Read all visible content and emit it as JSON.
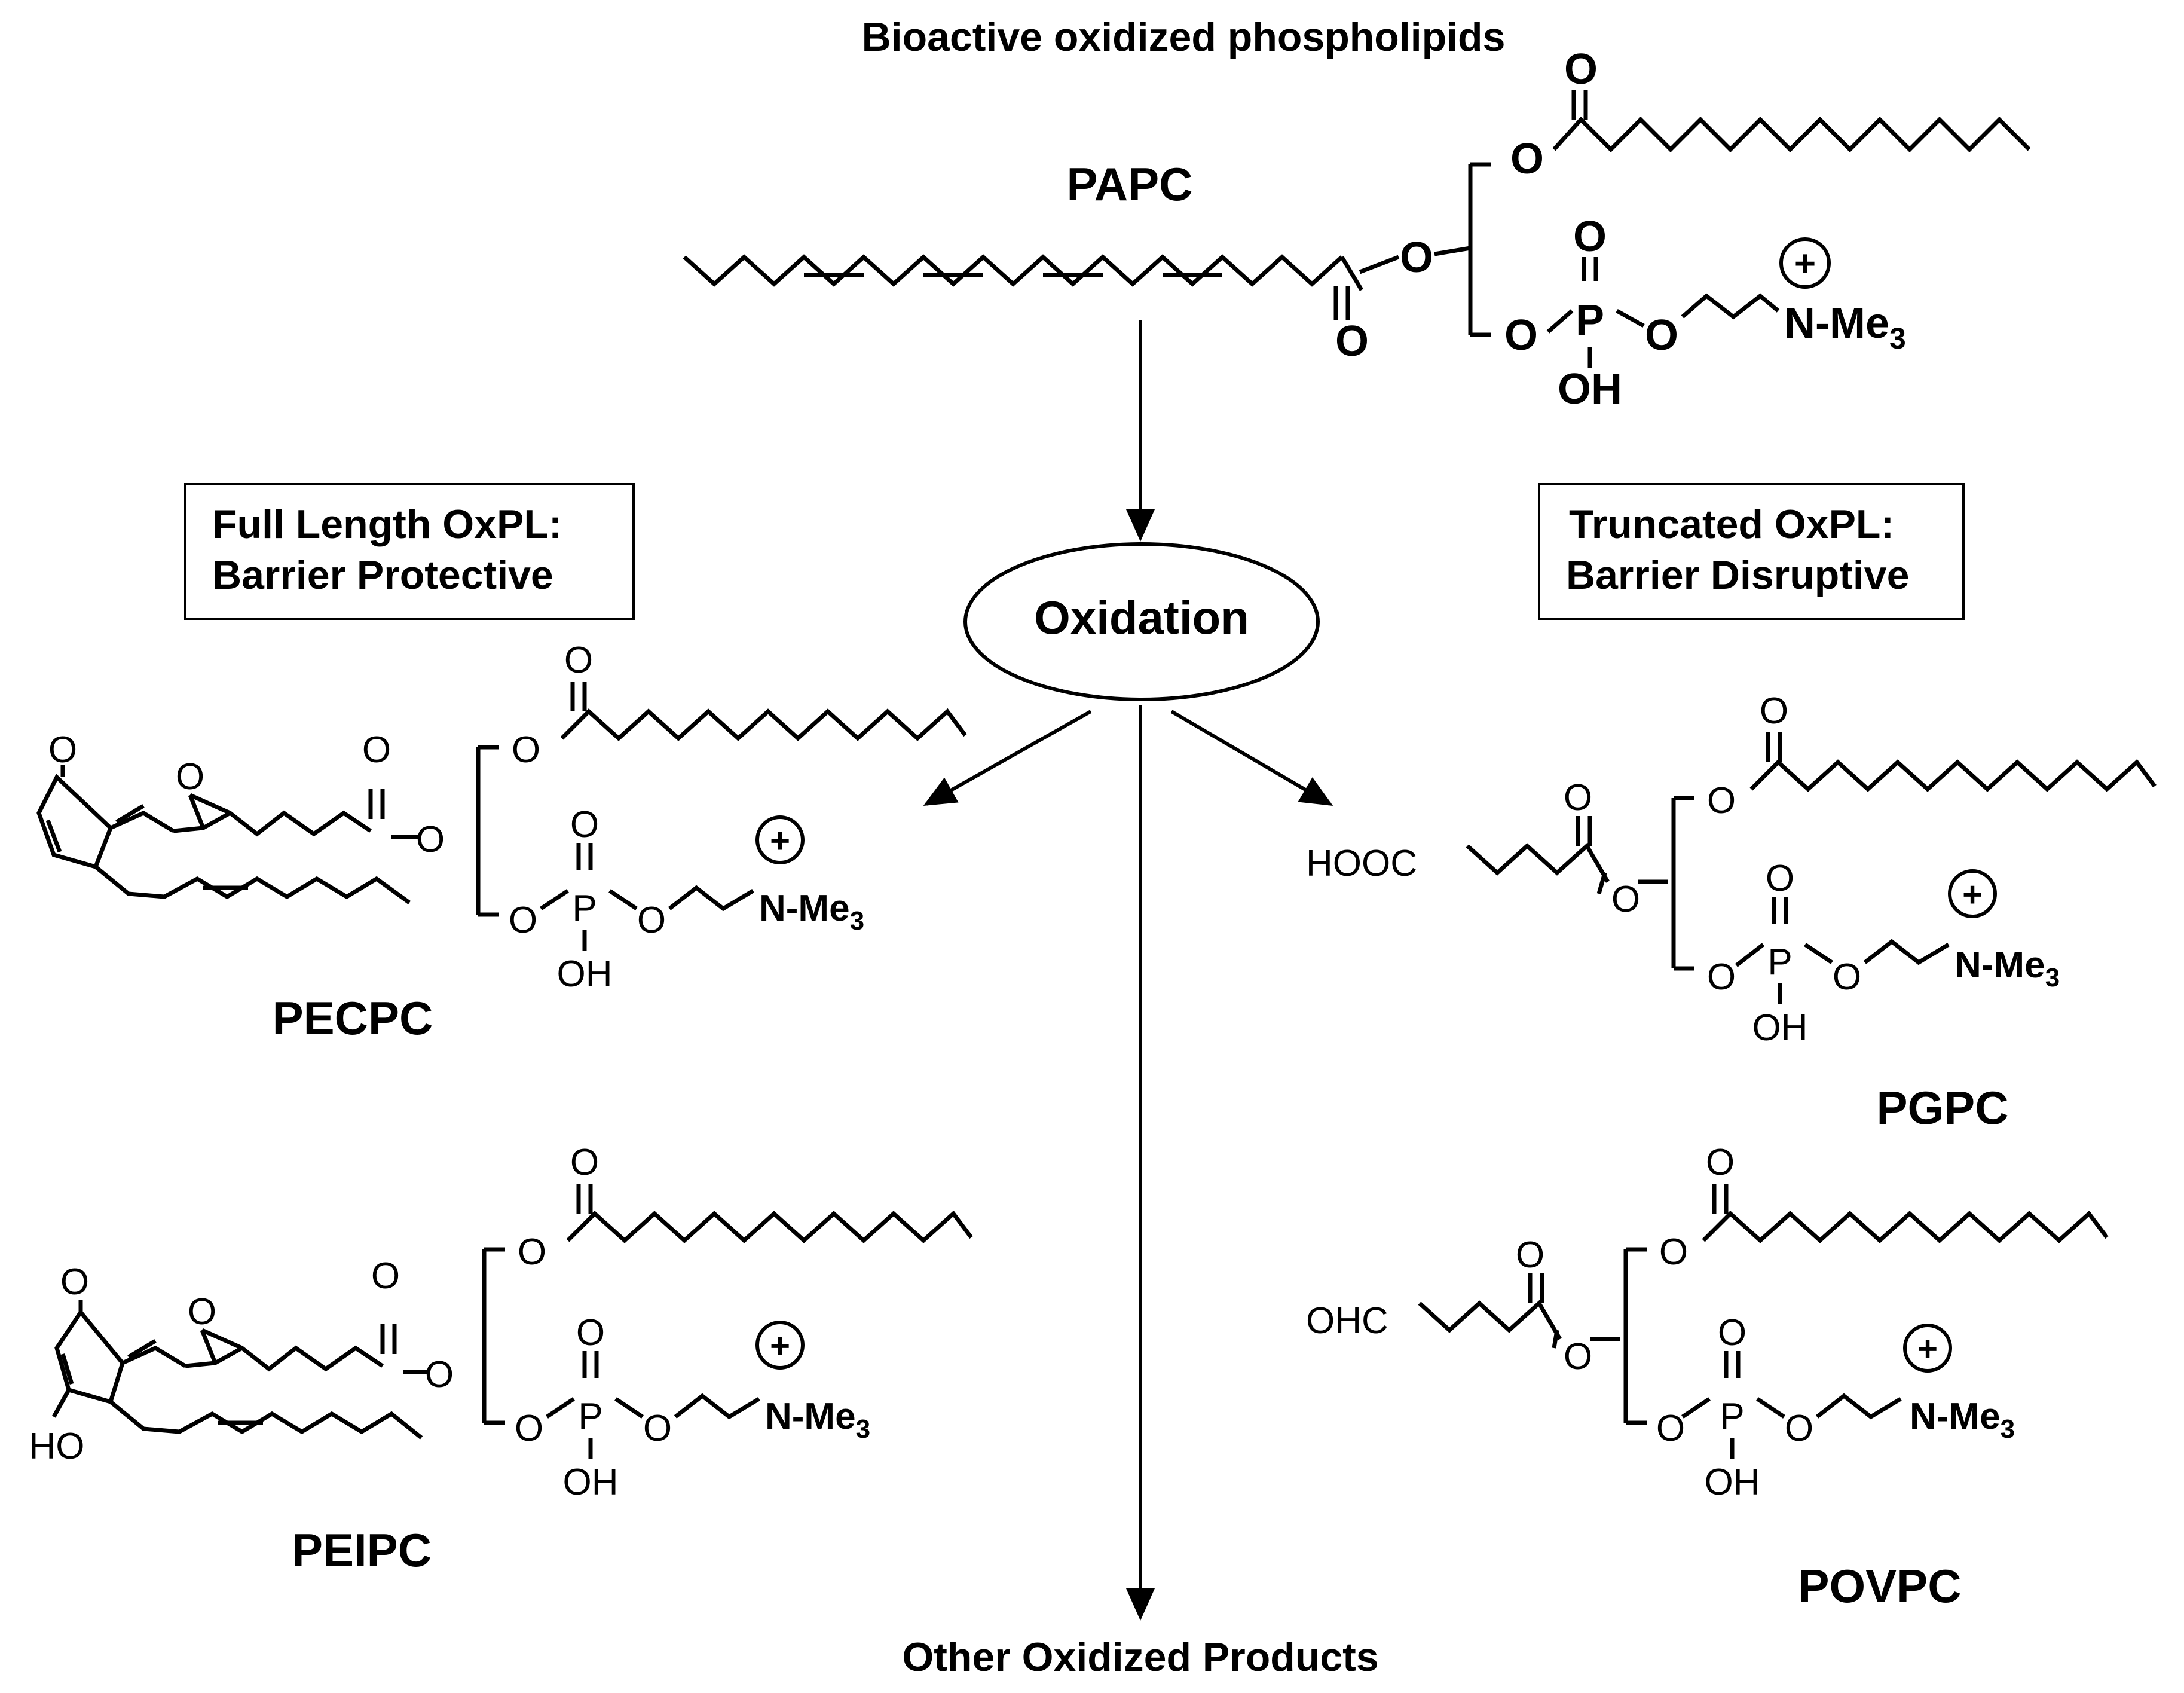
{
  "title": "Bioactive oxidized phospholipids",
  "nodes": {
    "papc": "PAPC",
    "oxidation": "Oxidation",
    "other": "Other Oxidized Products",
    "full_box": [
      "Full Length OxPL:",
      "Barrier Protective"
    ],
    "trunc_box": [
      "Truncated OxPL:",
      "Barrier Disruptive"
    ],
    "pecpc": "PECPC",
    "peipc": "PEIPC",
    "pgpc": "PGPC",
    "povpc": "POVPC"
  },
  "atoms": {
    "o": "O",
    "p": "P",
    "oh": "OH",
    "ho": "HO",
    "nme3": "N-Me",
    "sub3": "3",
    "plus": "+",
    "hooc": "HOOC",
    "ohc": "OHC"
  }
}
